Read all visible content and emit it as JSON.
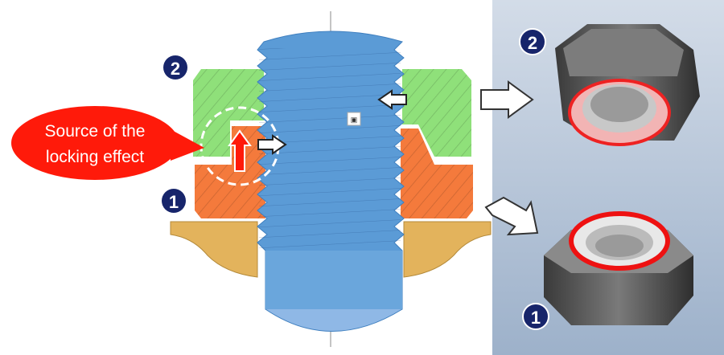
{
  "callout": {
    "line1": "Source of the",
    "line2": "locking effect"
  },
  "labels": {
    "nut_top": "2",
    "nut_bottom": "1",
    "panel_top": "2",
    "panel_bottom": "1"
  },
  "colors": {
    "bolt": "#5b9bd6",
    "nut_top": "#8fe07a",
    "nut_bottom": "#f47a3c",
    "washer": "#e3b35c",
    "callout": "#ff1a0a",
    "badge": "#17256b",
    "panel": "#a9bcd3"
  }
}
